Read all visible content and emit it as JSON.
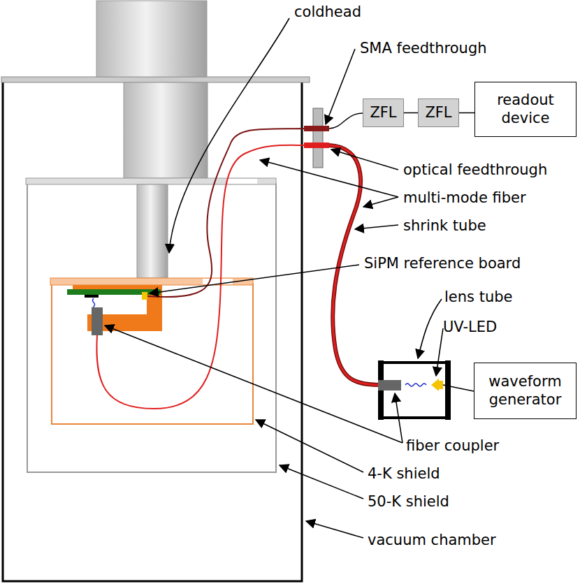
{
  "diagram": {
    "nodes": [
      {
        "text": [
          "ZFL"
        ]
      },
      {
        "text": [
          "ZFL"
        ]
      },
      {
        "text": [
          "readout device"
        ]
      },
      {
        "text": [
          "waveform generator"
        ]
      }
    ],
    "edges": [
      {
        "from": 0,
        "to": 1,
        "arrow": "none"
      },
      {
        "from": 1,
        "to": 2,
        "arrow": "none"
      }
    ],
    "labels": [
      "coldhead",
      "SMA feedthrough",
      "optical feedthrough",
      "multi-mode fiber",
      "shrink tube",
      "SiPM reference board",
      "lens tube",
      "UV-LED",
      "fiber coupler",
      "4-K shield",
      "50-K shield",
      "vacuum chamber"
    ]
  }
}
